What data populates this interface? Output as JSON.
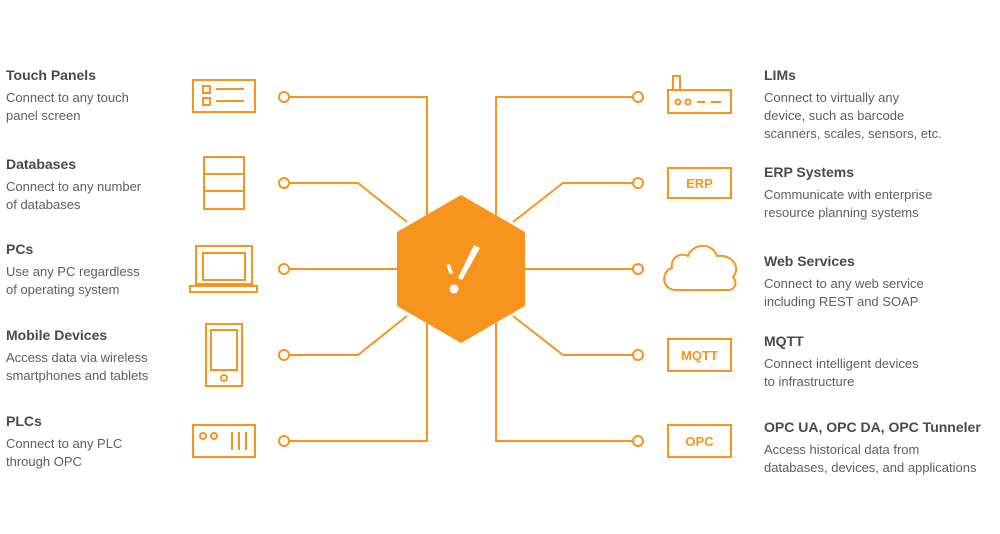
{
  "accent": "#F7941D",
  "hub": {
    "icon": "exclamation-mark-icon"
  },
  "left": [
    {
      "id": "touch-panels",
      "title": "Touch Panels",
      "desc": [
        "Connect to any touch",
        "panel screen"
      ],
      "icon": "touch-panel-icon"
    },
    {
      "id": "databases",
      "title": "Databases",
      "desc": [
        "Connect to any number",
        "of databases"
      ],
      "icon": "database-icon"
    },
    {
      "id": "pcs",
      "title": "PCs",
      "desc": [
        "Use any PC regardless",
        "of operating system"
      ],
      "icon": "laptop-icon"
    },
    {
      "id": "mobile-devices",
      "title": "Mobile Devices",
      "desc": [
        "Access data via wireless",
        "smartphones and tablets"
      ],
      "icon": "smartphone-icon"
    },
    {
      "id": "plcs",
      "title": "PLCs",
      "desc": [
        "Connect to any PLC",
        "through OPC"
      ],
      "icon": "plc-icon"
    }
  ],
  "right": [
    {
      "id": "lims",
      "title": "LIMs",
      "desc": [
        "Connect to virtually any",
        "device, such as barcode",
        "scanners, scales, sensors, etc."
      ],
      "icon": "router-device-icon"
    },
    {
      "id": "erp-systems",
      "title": "ERP Systems",
      "desc": [
        "Communicate with enterprise",
        "resource planning systems"
      ],
      "icon": "erp-badge-icon",
      "badge": "ERP"
    },
    {
      "id": "web-services",
      "title": "Web Services",
      "desc": [
        "Connect to any web service",
        "including REST and SOAP"
      ],
      "icon": "cloud-icon"
    },
    {
      "id": "mqtt",
      "title": "MQTT",
      "desc": [
        "Connect intelligent devices",
        "to infrastructure"
      ],
      "icon": "mqtt-badge-icon",
      "badge": "MQTT"
    },
    {
      "id": "opc",
      "title": "OPC UA, OPC DA, OPC Tunneler",
      "desc": [
        "Access historical data from",
        "databases, devices, and applications"
      ],
      "icon": "opc-badge-icon",
      "badge": "OPC"
    }
  ]
}
